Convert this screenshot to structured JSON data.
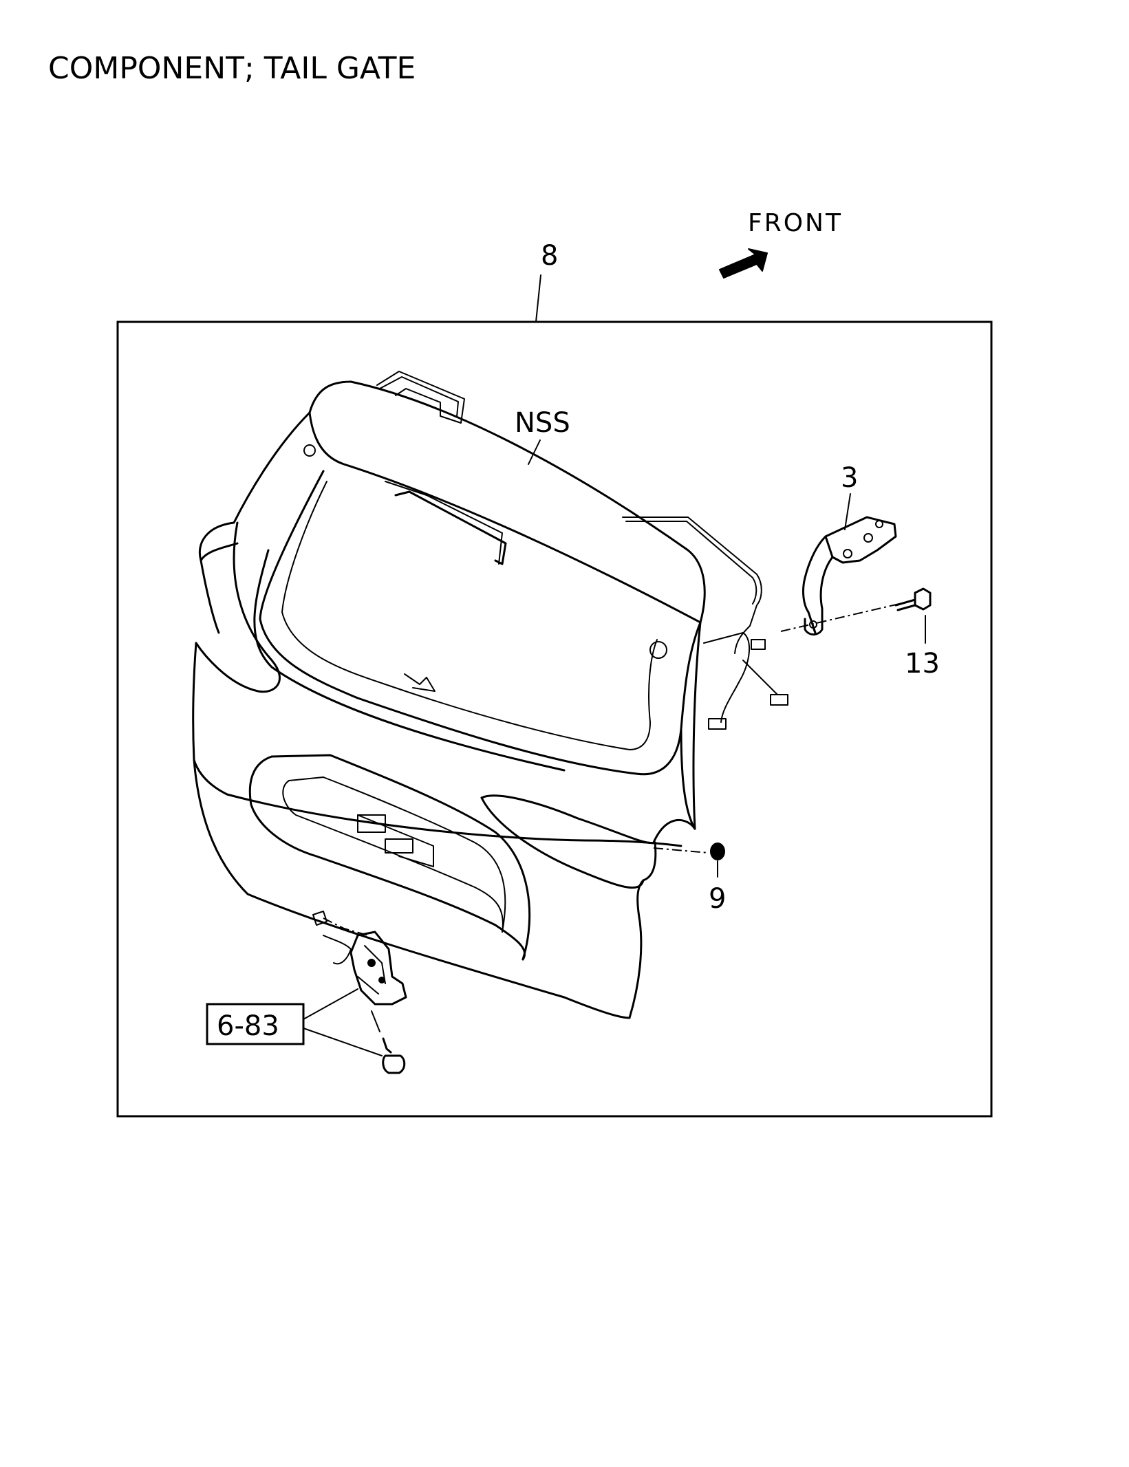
{
  "title": "COMPONENT; TAIL GATE",
  "orientation": {
    "label": "FRONT",
    "icon": "arrow-icon"
  },
  "callouts": {
    "tail_gate": "8",
    "nameplate": "NSS",
    "hinge": "3",
    "bolt": "13",
    "bumper": "9",
    "lock_reference": "6-83"
  }
}
